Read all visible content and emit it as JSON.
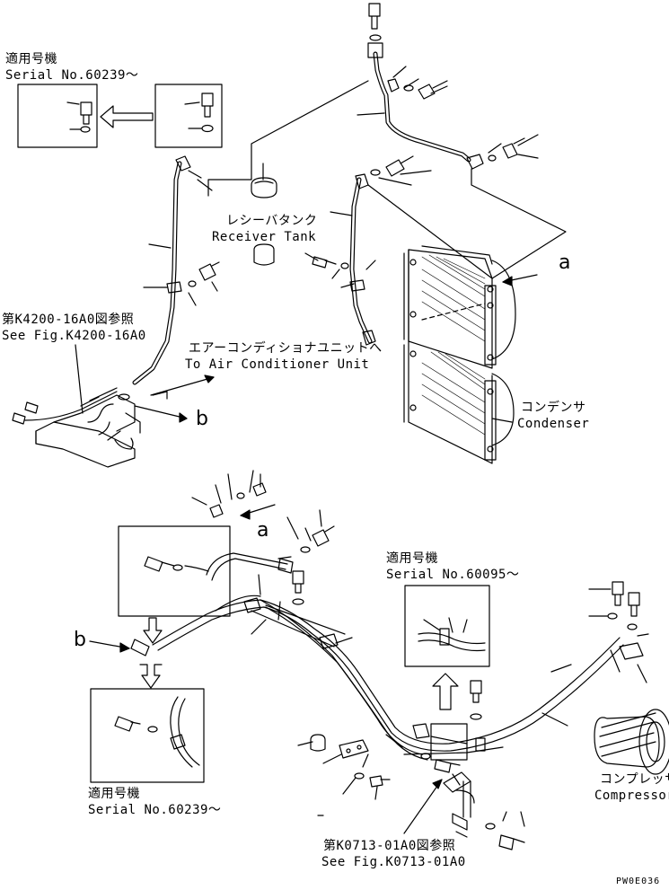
{
  "labels": {
    "serial_top_left_jp": "適用号機",
    "serial_top_left": "Serial No.60239～",
    "receiver_tank_jp": "レシーバタンク",
    "receiver_tank": "Receiver Tank",
    "see_fig_k4200_jp": "第K4200-16A0図参照",
    "see_fig_k4200": "See Fig.K4200-16A0",
    "ac_unit_jp": "エアーコンディショナユニットへ",
    "ac_unit": "To Air Conditioner Unit",
    "condenser_jp": "コンデンサ",
    "condenser": "Condenser",
    "callout_a_top": "a",
    "callout_b_top": "b",
    "callout_a_mid": "a",
    "callout_b_mid": "b",
    "serial_mid_jp": "適用号機",
    "serial_mid": "Serial No.60095～",
    "serial_bottom_jp": "適用号機",
    "serial_bottom": "Serial No.60239～",
    "compressor_jp": "コンプレッサ",
    "compressor": "Compressor",
    "see_fig_k0713_jp": "第K0713-01A0図参照",
    "see_fig_k0713": "See Fig.K0713-01A0",
    "drawing_code": "PW0E036"
  }
}
